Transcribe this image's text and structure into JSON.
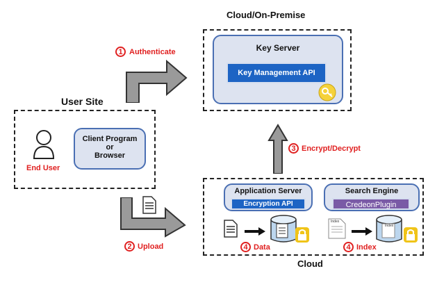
{
  "labels": {
    "cloud_onpremise": "Cloud/On-Premise",
    "user_site": "User Site",
    "cloud": "Cloud"
  },
  "key_server": {
    "title": "Key Server",
    "api": "Key Management API"
  },
  "client": {
    "line1": "Client Program",
    "line2": "or",
    "line3": "Browser",
    "end_user": "End User"
  },
  "app_server": {
    "title": "Application Server",
    "api": "Encryption API"
  },
  "search_engine": {
    "title": "Search Engine",
    "plugin": "CredeonPlugin"
  },
  "index_doc_label": "Index",
  "index_db_label": "Index",
  "steps": [
    {
      "num": "1",
      "label": "Authenticate"
    },
    {
      "num": "2",
      "label": "Upload"
    },
    {
      "num": "3",
      "label": "Encrypt/Decrypt"
    },
    {
      "num": "4",
      "label": "Data"
    },
    {
      "num": "4",
      "label": "Index"
    }
  ],
  "colors": {
    "accent_red": "#e02020",
    "api_blue": "#1d64c4",
    "plugin_purple": "#7a5aa6",
    "box_fill": "#dde3f0",
    "lock_gold": "#f0c419"
  },
  "icons": [
    "user-icon",
    "document-icon",
    "database-icon",
    "lock-icon",
    "key-icon",
    "arrow-icon"
  ]
}
